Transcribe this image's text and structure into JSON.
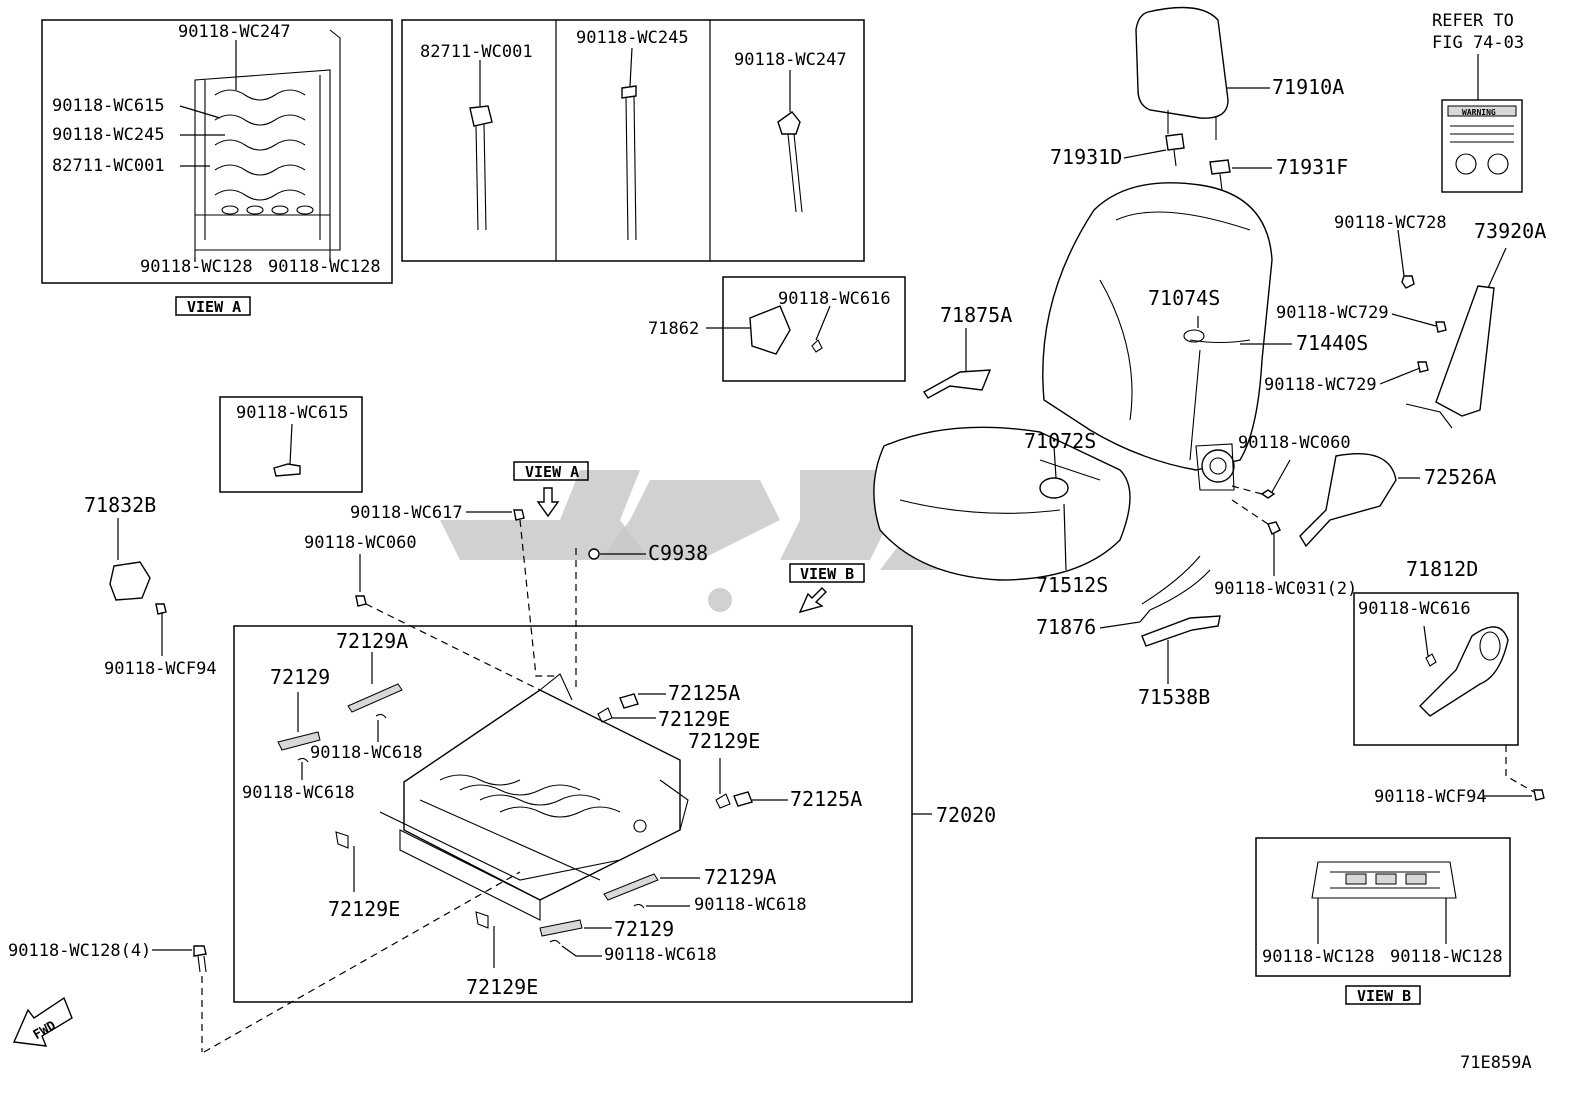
{
  "diagram_code": "71E859A",
  "refer_note": {
    "line1": "REFER TO",
    "line2": "FIG 74-03"
  },
  "warning_label_text": "WARNING",
  "fwd_label": "FWD",
  "view_a_label": "VIEW A",
  "view_b_label": "VIEW B",
  "inset_view_a": {
    "parts": [
      "90118-WC247",
      "90118-WC615",
      "90118-WC245",
      "82711-WC001",
      "90118-WC128",
      "90118-WC128"
    ]
  },
  "inset_fasteners": {
    "parts": [
      "82711-WC001",
      "90118-WC245",
      "90118-WC247"
    ]
  },
  "inset_71862": {
    "main": "71862",
    "sub": "90118-WC616"
  },
  "inset_wc615": {
    "part": "90118-WC615"
  },
  "inset_71812d": {
    "main": "71812D",
    "sub": "90118-WC616"
  },
  "inset_view_b": {
    "parts": [
      "90118-WC128",
      "90118-WC128"
    ]
  },
  "frame_box": {
    "main": "72020"
  },
  "labels": {
    "p71910A": "71910A",
    "p71931D": "71931D",
    "p71931F": "71931F",
    "p90118WC728": "90118-WC728",
    "p73920A": "73920A",
    "p71074S": "71074S",
    "p71440S": "71440S",
    "p90118WC729a": "90118-WC729",
    "p90118WC729b": "90118-WC729",
    "p71875A": "71875A",
    "p71072S": "71072S",
    "p90118WC060r": "90118-WC060",
    "p72526A": "72526A",
    "p71512S": "71512S",
    "p90118WC031": "90118-WC031(2)",
    "p71876": "71876",
    "p71538B": "71538B",
    "p90118WCF94r": "90118-WCF94",
    "p71832B": "71832B",
    "p90118WCF94l": "90118-WCF94",
    "p90118WC617": "90118-WC617",
    "p90118WC060l": "90118-WC060",
    "pC9938": "C9938",
    "p72129A_top": "72129A",
    "p72129_top": "72129",
    "p90118WC618a": "90118-WC618",
    "p90118WC618b": "90118-WC618",
    "p72125A_top": "72125A",
    "p72129E_a": "72129E",
    "p72129E_b": "72129E",
    "p72125A_b": "72125A",
    "p72129E_c": "72129E",
    "p72129A_bot": "72129A",
    "p90118WC618c": "90118-WC618",
    "p72129_bot": "72129",
    "p90118WC618d": "90118-WC618",
    "p72129E_d": "72129E",
    "p90118WC128_4": "90118-WC128(4)"
  }
}
